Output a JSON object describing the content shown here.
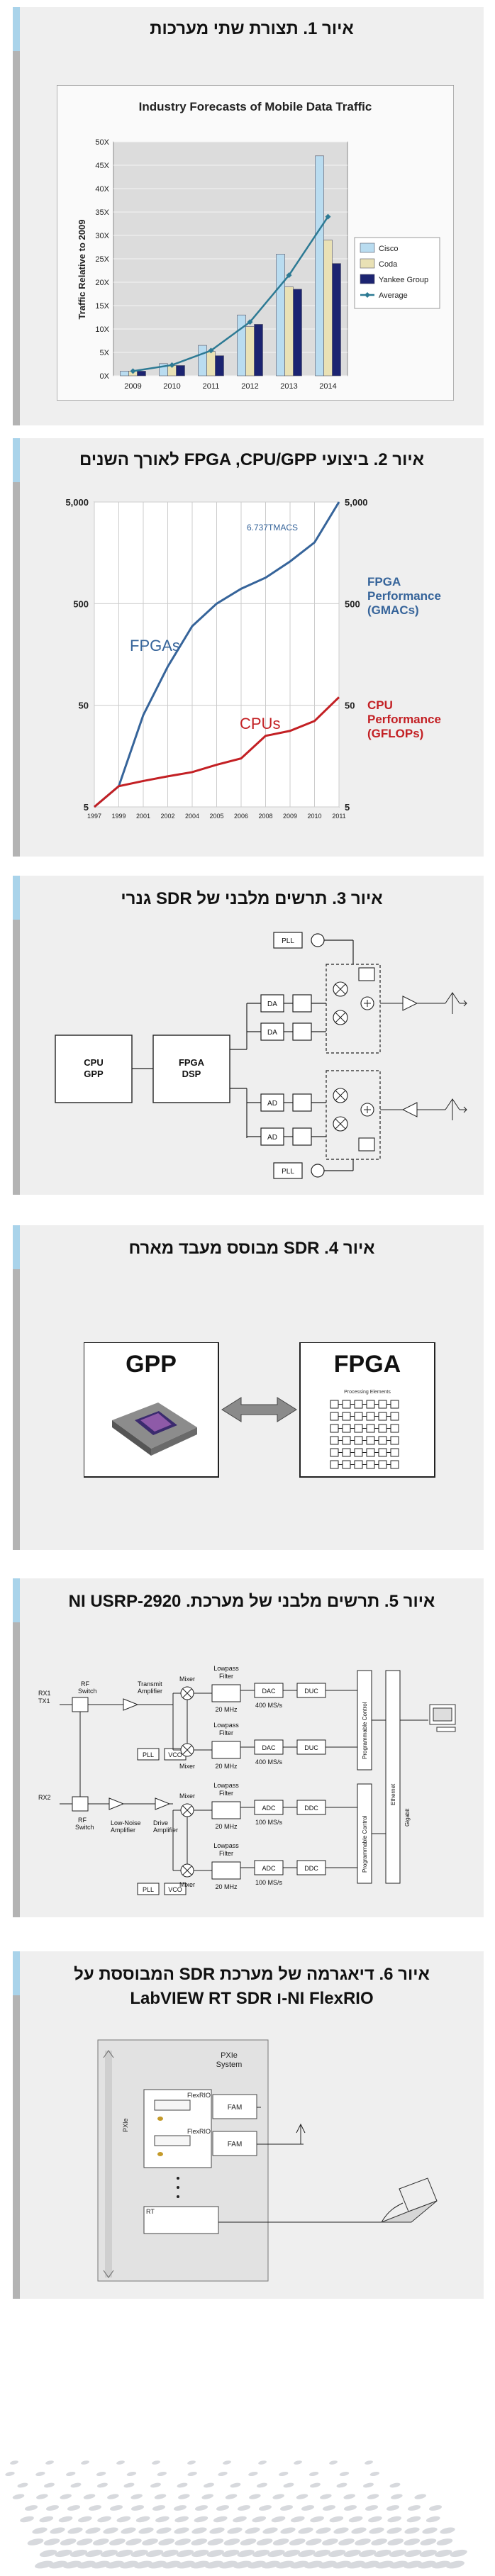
{
  "figures": [
    {
      "title": "איור 1. תצורת שתי מערכות"
    },
    {
      "title": "איור 2. ביצועי FPGA ,CPU/GPP לאורך השנים"
    },
    {
      "title": "איור 3. תרשים מלבני של SDR גנרי"
    },
    {
      "title": "איור 4. SDR מבוסס מעבד מארח"
    },
    {
      "title": "איור 5. תרשים מלבני של מערכת. NI USRP-2920"
    },
    {
      "title_line1": "איור 6. דיאגרמה של מערכת SDR המבוססת על",
      "title_line2": "NI FlexRIO-ו LabVIEW RT SDR"
    }
  ],
  "chart_data": [
    {
      "type": "bar",
      "title": "Industry Forecasts of Mobile Data Traffic",
      "ylabel": "Traffic Relative to 2009",
      "categories": [
        "2009",
        "2010",
        "2011",
        "2012",
        "2013",
        "2014"
      ],
      "yticks": [
        "0X",
        "5X",
        "10X",
        "15X",
        "20X",
        "25X",
        "30X",
        "35X",
        "40X",
        "45X",
        "50X"
      ],
      "ylim": [
        0,
        50
      ],
      "series": [
        {
          "name": "Cisco",
          "color": "#b9dcf0",
          "values": [
            1,
            2.6,
            6.5,
            13,
            26,
            47
          ]
        },
        {
          "name": "Coda",
          "color": "#e9e1b5",
          "values": [
            1,
            2.2,
            5.2,
            10.5,
            19,
            29
          ]
        },
        {
          "name": "Yankee Group",
          "color": "#1c2471",
          "values": [
            1,
            2.2,
            4.3,
            11,
            18.5,
            24
          ]
        },
        {
          "name": "Average",
          "color": "#2d7a94",
          "type": "line",
          "values": [
            1,
            2.3,
            5.4,
            11.5,
            21.5,
            34
          ]
        }
      ],
      "legend": "right"
    },
    {
      "type": "line",
      "x": [
        "1997",
        "1999",
        "2001",
        "2002",
        "2004",
        "2005",
        "2006",
        "2008",
        "2009",
        "2010",
        "2011"
      ],
      "yticks_left": [
        "5",
        "50",
        "500",
        "5,000"
      ],
      "yticks_right": [
        "5",
        "50",
        "500",
        "5,000"
      ],
      "annotation": "6.737TMACS",
      "series": [
        {
          "name": "FPGAs",
          "color": "#36649a",
          "values": [
            5,
            8,
            40,
            120,
            300,
            500,
            700,
            900,
            1300,
            2000,
            5000
          ]
        },
        {
          "name": "CPUs",
          "color": "#c32024",
          "values": [
            5,
            8,
            9,
            10,
            11,
            13,
            15,
            25,
            28,
            35,
            60
          ]
        }
      ],
      "right_labels": [
        {
          "line1": "FPGA",
          "line2": "Performance",
          "line3": "(GMACs)",
          "color": "#36649a"
        },
        {
          "line1": "CPU",
          "line2": "Performance",
          "line3": "(GFLOPs)",
          "color": "#c32024"
        }
      ]
    }
  ],
  "fig3": {
    "cpu": "CPU",
    "gpp": "GPP",
    "fpga": "FPGA",
    "dsp": "DSP",
    "pll": "PLL",
    "da": "DA",
    "ad": "AD"
  },
  "fig4": {
    "gpp": "GPP",
    "fpga": "FPGA",
    "fpga_caption": "Processing Elements"
  },
  "fig5": {
    "rx1tx1": "RX1",
    "tx1": "TX1",
    "rx2": "RX2",
    "rf_switch": "RF",
    "rf_switch2": "Switch",
    "transmit": "Transmit",
    "amplifier": "Amplifier",
    "mixer": "Mixer",
    "lowpass": "Lowpass",
    "filter": "Filter",
    "dac": "DAC",
    "adc": "ADC",
    "duc": "DUC",
    "ddc": "DDC",
    "pll": "PLL",
    "vco": "VCO",
    "mhz20": "20 MHz",
    "msps400": "400 MS/s",
    "msps100": "100 MS/s",
    "lna1": "Low-Noise",
    "lna2": "Amplifier",
    "drive1": "Drive",
    "drive2": "Amplifier",
    "ethernet": "Ethernet",
    "gigabit": "Gigabit",
    "prog_control": "Programmable Control"
  },
  "fig6": {
    "pxie": "PXIe",
    "system": "System",
    "flexrio1": "FlexRIO",
    "fam": "FAM",
    "rt": "RT",
    "pxie_side": "PXIe"
  }
}
